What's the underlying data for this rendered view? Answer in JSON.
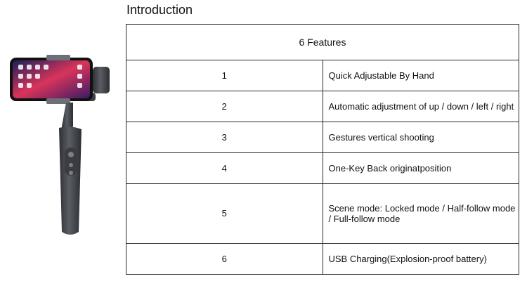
{
  "heading": "Introduction",
  "table": {
    "header": "6 Features",
    "rows": [
      {
        "num": "1",
        "text": "Quick Adjustable By Hand"
      },
      {
        "num": "2",
        "text": "Automatic adjustment of up / down / left / right"
      },
      {
        "num": "3",
        "text": "Gestures vertical shooting"
      },
      {
        "num": "4",
        "text": "One-Key Back originatposition"
      },
      {
        "num": "5",
        "text": "Scene mode: Locked mode / Half-follow mode / Full-follow mode"
      },
      {
        "num": "6",
        "text": "USB Charging(Explosion-proof battery)"
      }
    ]
  },
  "product_image": {
    "name": "gimbal-with-smartphone",
    "colors": {
      "body": "#4a4d52",
      "screen_glow": "#d9345a"
    }
  }
}
